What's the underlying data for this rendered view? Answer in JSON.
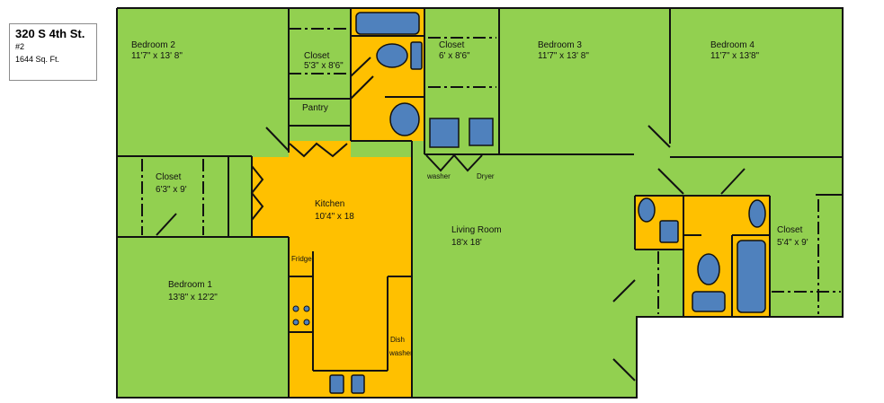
{
  "property": {
    "address": "320 S 4th St.",
    "unit": "#2",
    "area": "1644 Sq. Ft."
  },
  "colors": {
    "room": "#92d050",
    "wet": "#ffc000",
    "fixture": "#4f81bd",
    "wall": "#111111"
  },
  "rooms": {
    "bedroom2": {
      "name": "Bedroom 2",
      "size": "11'7\" x 13' 8\""
    },
    "closet_b2": {
      "name": "Closet",
      "size": "5'3\" x 8'6\""
    },
    "pantry": {
      "name": "Pantry"
    },
    "closet_b3": {
      "name": "Closet",
      "size": "6' x 8'6\""
    },
    "bedroom3": {
      "name": "Bedroom 3",
      "size": "11'7\" x 13' 8\""
    },
    "bedroom4": {
      "name": "Bedroom 4",
      "size": "11'7\" x 13'8\""
    },
    "closet_b1": {
      "name": "Closet",
      "size": "6'3\" x 9'"
    },
    "kitchen": {
      "name": "Kitchen",
      "size": "10'4\" x 18"
    },
    "living": {
      "name": "Living Room",
      "size": "18'x 18'"
    },
    "closet_b4": {
      "name": "Closet",
      "size": "5'4\" x 9'"
    },
    "bedroom1": {
      "name": "Bedroom 1",
      "size": "13'8\" x 12'2\""
    }
  },
  "appliances": {
    "washer": "washer",
    "dryer": "Dryer",
    "fridge": "Fridge",
    "dish1": "Dish",
    "dish2": "washer"
  }
}
